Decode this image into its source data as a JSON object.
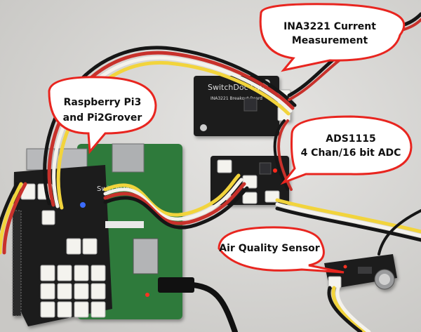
{
  "callouts": {
    "ina3221": {
      "line1": "INA3221 Current",
      "line2": "Measurement"
    },
    "raspberry_pi": {
      "line1": "Raspberry Pi3",
      "line2": "and Pi2Grover"
    },
    "ads1115": {
      "line1": "ADS1115",
      "line2": "4 Chan/16 bit ADC"
    },
    "air_quality": {
      "line1": "Air Quality Sensor"
    }
  },
  "board_labels": {
    "ina_board_title": "SwitchDoc Labs",
    "ina_board_sub": "INA3221 Breakout Board",
    "pi_hat_label": "SwitchDoc"
  },
  "colors": {
    "callout_fill": "#ffffff",
    "callout_stroke": "#e8251f",
    "wall": "#d9d8d6",
    "pcb_black": "#1c1c1e",
    "pi_green": "#2d7a3a",
    "cable_yellow": "#f2d43c",
    "cable_red": "#c8312b",
    "cable_white": "#f4f2ec",
    "cable_black": "#161616"
  }
}
